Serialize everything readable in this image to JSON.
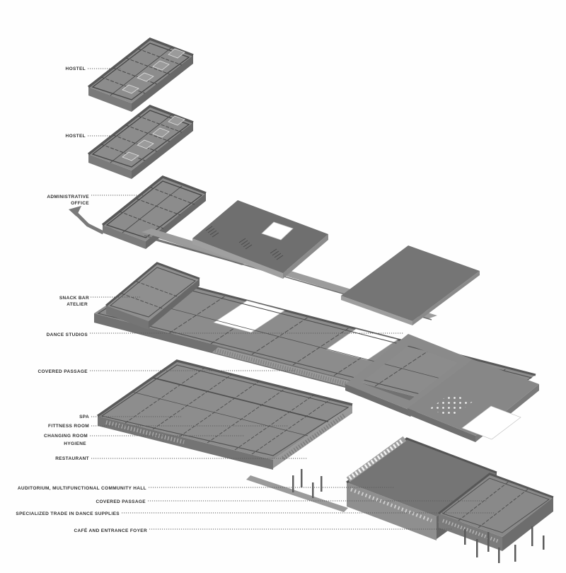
{
  "diagram": {
    "type": "exploded-axonometric-architecture",
    "description": "Exploded axonometric drawing of a community dance centre, floor plates stacked diagonally with dotted leader lines to level labels",
    "palette": {
      "background": "#fefefe",
      "plate_top": "#8c8c8c",
      "roof_top": "#757575",
      "side_light": "#9c9c9c",
      "side_dark": "#6a6a6a",
      "wall_line": "#4f4f4f",
      "leader": "#5a5a5a",
      "label_text": "#2e2e2e"
    },
    "levels": [
      {
        "id": "hostel-upper",
        "lines": [
          "HOSTEL"
        ]
      },
      {
        "id": "hostel-lower",
        "lines": [
          "HOSTEL"
        ]
      },
      {
        "id": "administrative-office",
        "lines": [
          "ADMINISTRATIVE",
          "OFFICE"
        ]
      },
      {
        "id": "snack-bar-atelier",
        "lines": [
          "SNACK BAR",
          "ATELIER"
        ]
      },
      {
        "id": "dance-studios",
        "lines": [
          "DANCE STUDIOS"
        ]
      },
      {
        "id": "covered-passage-upper",
        "lines": [
          "COVERED PASSAGE"
        ]
      },
      {
        "id": "spa",
        "lines": [
          "SPA"
        ]
      },
      {
        "id": "fitness-room",
        "lines": [
          "FITTNESS ROOM"
        ]
      },
      {
        "id": "changing-room-hygiene",
        "lines": [
          "CHANGING ROOM",
          "HYGIENE"
        ]
      },
      {
        "id": "restaurant",
        "lines": [
          "RESTAURANT"
        ]
      },
      {
        "id": "auditorium-hall",
        "lines": [
          "AUDITORIUM, MULTIFUNCTIONAL COMMUNITY HALL"
        ]
      },
      {
        "id": "covered-passage-lower",
        "lines": [
          "COVERED PASSAGE"
        ]
      },
      {
        "id": "dance-supplies-shop",
        "lines": [
          "SPECIALIZED TRADE IN DANCE SUPPLIES"
        ]
      },
      {
        "id": "cafe-entrance-foyer",
        "lines": [
          "CAFÉ AND ENTRANCE FOYER"
        ]
      }
    ]
  }
}
